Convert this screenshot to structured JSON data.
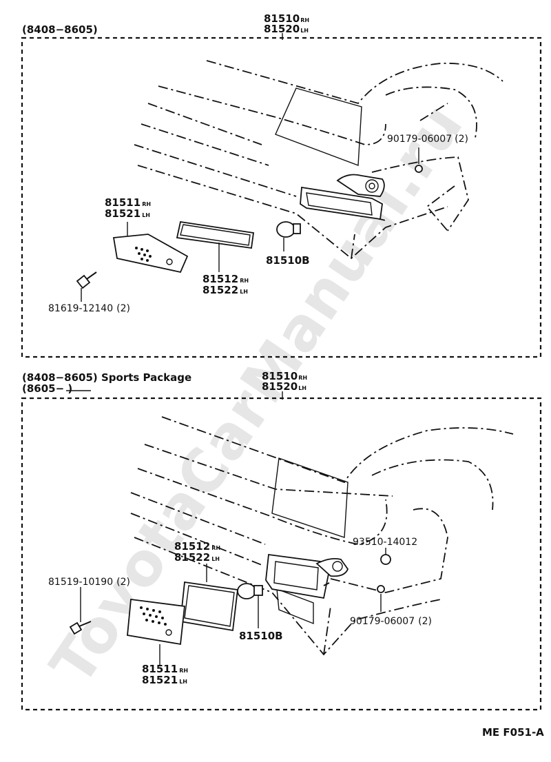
{
  "watermark": "ToyotaCarManual.ru",
  "figure_code": "ME F051-A",
  "top_panel": {
    "date_range": "(8408−8605)",
    "callouts": [
      {
        "id": "t-lamp",
        "code": "81510",
        "suffix": "RH",
        "code2": "81520",
        "suffix2": "LH"
      },
      {
        "id": "t-nut",
        "code": "90179-06007",
        "qty": "(2)"
      },
      {
        "id": "t-lens",
        "code": "81511",
        "suffix": "RH",
        "code2": "81521",
        "suffix2": "LH"
      },
      {
        "id": "t-gasket",
        "code": "81512",
        "suffix": "RH",
        "code2": "81522",
        "suffix2": "LH"
      },
      {
        "id": "t-bulb",
        "code": "81510B"
      },
      {
        "id": "t-screw",
        "code": "81619-12140",
        "qty": "(2)"
      }
    ]
  },
  "bottom_panel": {
    "date_range": "(8408−8605) Sports Package",
    "date_range2": "(8605−          )",
    "callouts": [
      {
        "id": "b-lamp",
        "code": "81510",
        "suffix": "RH",
        "code2": "81520",
        "suffix2": "LH"
      },
      {
        "id": "b-nut93",
        "code": "93510-14012"
      },
      {
        "id": "b-gasket",
        "code": "81512",
        "suffix": "RH",
        "code2": "81522",
        "suffix2": "LH"
      },
      {
        "id": "b-screw",
        "code": "81519-10190",
        "qty": "(2)"
      },
      {
        "id": "b-nut90",
        "code": "90179-06007",
        "qty": "(2)"
      },
      {
        "id": "b-bulb",
        "code": "81510B"
      },
      {
        "id": "b-lens",
        "code": "81511",
        "suffix": "RH",
        "code2": "81521",
        "suffix2": "LH"
      }
    ]
  }
}
